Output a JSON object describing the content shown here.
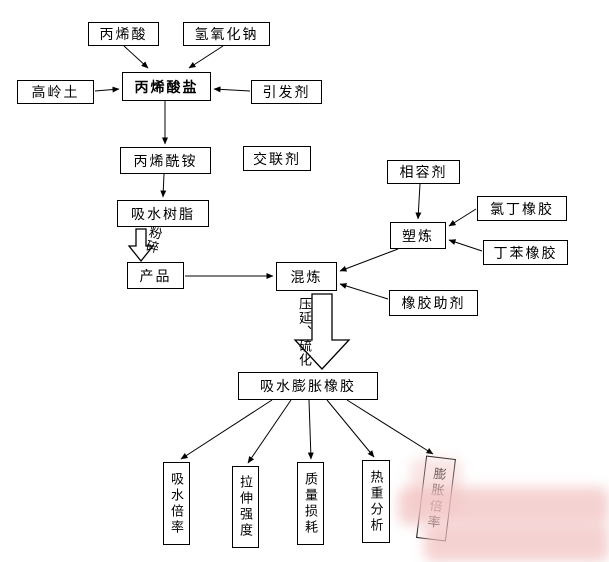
{
  "diagram": {
    "nodes": {
      "acrylic_acid": "丙烯酸",
      "sodium_hydroxide": "氢氧化钠",
      "kaolin": "高岭土",
      "acrylate": "丙烯酸盐",
      "initiator": "引发剂",
      "acrylamide": "丙烯酰铵",
      "crosslinker": "交联剂",
      "water_absorbing_resin": "吸水树脂",
      "compatibilizer": "相容剂",
      "plastication": "塑炼",
      "chloroprene_rubber": "氯丁橡胶",
      "styrene_butadiene_rubber": "丁苯橡胶",
      "product": "产品",
      "mixing": "混炼",
      "rubber_additives": "橡胶助剂",
      "water_swelling_rubber": "吸水膨胀橡胶"
    },
    "process_labels": {
      "pulverize": "粉碎",
      "calender_vulcanize": "压延、硫化"
    },
    "tests": [
      "吸水倍率",
      "拉伸强度",
      "质量损耗",
      "热重分析",
      "膨胀倍率"
    ],
    "colors": {
      "line": "#000000",
      "box_border": "#000000",
      "box_bg": "#ffffff",
      "page_bg": "#ffffff",
      "watermark": "#f2c3c3"
    }
  }
}
